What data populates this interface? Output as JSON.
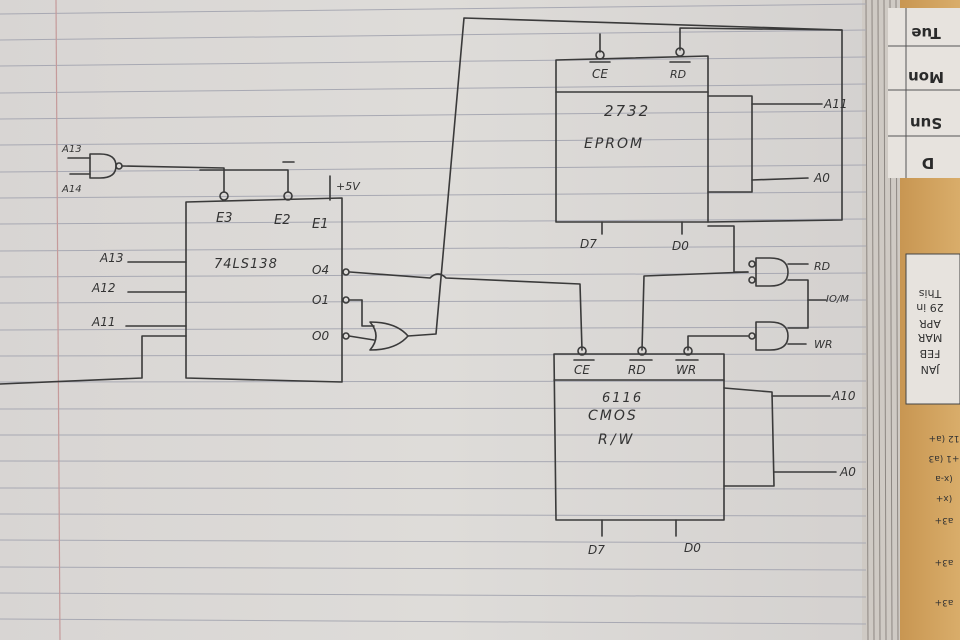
{
  "notebook": {
    "paper_color": "#dedbd8",
    "rule_color": "#a8a9b3",
    "margin_color": "#c59a9a",
    "ink_color": "#3a3a3a",
    "calendar_color": "#d2a25a"
  },
  "and_gate": {
    "input_top": "A13",
    "input_bottom": "A14"
  },
  "decoder": {
    "part": "74LS138",
    "enable_e3": "E3",
    "enable_e2": "E2",
    "enable_e1": "E1",
    "supply": "+5V",
    "out_o4": "O4",
    "out_o1": "O1",
    "out_o0": "O0",
    "input_a13": "A13",
    "input_a12": "A12",
    "input_a11": "A11"
  },
  "eprom": {
    "part": "2732",
    "type": "EPROM",
    "pin_ce": "CE",
    "pin_rd": "RD",
    "addr_hi": "A11",
    "addr_lo": "A0",
    "data_hi": "D7",
    "data_lo": "D0"
  },
  "control": {
    "rd": "RD",
    "io_m": "IO/M",
    "wr": "WR"
  },
  "ram": {
    "part": "6116",
    "tech": "CMOS",
    "type": "R/W",
    "pin_ce": "CE",
    "pin_rd": "RD",
    "pin_wr": "WR",
    "addr_hi": "A10",
    "addr_lo": "A0",
    "data_hi": "D7",
    "data_lo": "D0"
  },
  "calendar": {
    "days": [
      "Tue",
      "Mon",
      "Sun",
      "D"
    ],
    "months": [
      "JAN",
      "FEB",
      "MAR",
      "APR"
    ],
    "note_top": "This",
    "note_mid": "29 in",
    "formulas": [
      "12 (a+",
      "+1 (a3",
      "(x-a",
      "(x+",
      "a3+",
      "a3+",
      "a3+"
    ]
  }
}
